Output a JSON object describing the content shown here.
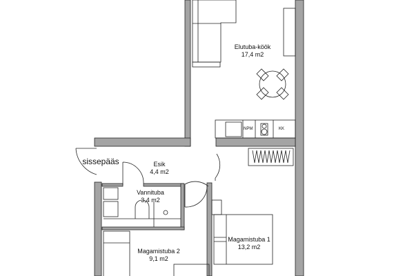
{
  "colors": {
    "wall": "#a4a4a4",
    "line": "#222222"
  },
  "rooms": [
    {
      "name": "Elutuba-köök",
      "area": "17,4 m2"
    },
    {
      "name": "Esik",
      "area": "4,4 m2"
    },
    {
      "name": "Vannituba",
      "area": "3,4 m2"
    },
    {
      "name": "Magamistuba 2",
      "area": "9,1 m2"
    },
    {
      "name": "Magamistuba 1",
      "area": "13,2 m2"
    }
  ],
  "entrance_label": "sissepääs",
  "appliances": {
    "oven": "NPM",
    "fridge": "KK"
  }
}
